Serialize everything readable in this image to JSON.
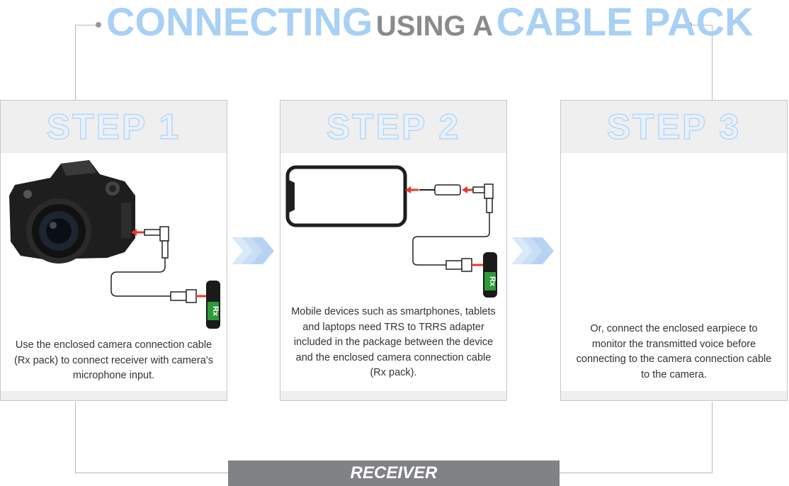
{
  "title": {
    "word1": "CONNECTING",
    "word2": "USING A",
    "word3": "CABLE PACK"
  },
  "steps": [
    {
      "label": "STEP 1",
      "text": "Use the enclosed camera connection cable (Rx pack) to connect receiver with camera’s microphone input."
    },
    {
      "label": "STEP 2",
      "text": "Mobile devices such as smartphones, tablets and laptops need TRS to TRRS adapter included in the package between the device and the enclosed camera connection cable (Rx pack)."
    },
    {
      "label": "STEP 3",
      "text": "Or, connect the enclosed earpiece to monitor the transmitted voice before connecting to the camera connection cable to the camera."
    }
  ],
  "receiver_tag": "Rx",
  "footer": {
    "label": "RECEIVER"
  },
  "colors": {
    "title_blue": "#a9d0f5",
    "title_gray": "#8a8a8a",
    "arrow_red": "#e8392b",
    "rx_green": "#2e9a3a",
    "bar_gray": "#808285"
  },
  "icons": [
    "camera-icon",
    "smartphone-icon",
    "receiver-icon",
    "usb-plug-icon",
    "audio-jack-icon",
    "chevron-arrows-icon"
  ]
}
